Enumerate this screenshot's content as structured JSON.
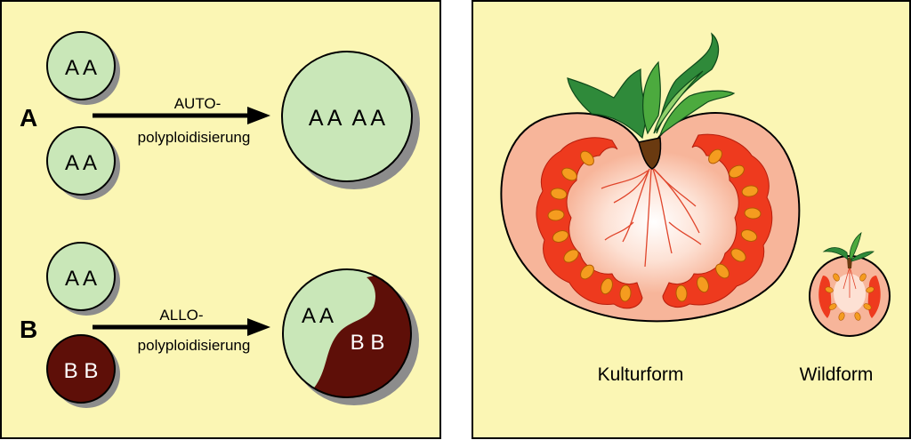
{
  "left_panel": {
    "row_a": {
      "letter": "A",
      "cell_top": "A A",
      "cell_bottom": "A A",
      "arrow_line1": "AUTO-",
      "arrow_line2": "polyploidisierung",
      "result": "A A  A A"
    },
    "row_b": {
      "letter": "B",
      "cell_top": "A A",
      "cell_bottom": "B B",
      "arrow_line1": "ALLO-",
      "arrow_line2": "polyploidisierung",
      "result_a": "A A",
      "result_b": "B B"
    }
  },
  "right_panel": {
    "label_cultivated": "Kulturform",
    "label_wild": "Wildform"
  },
  "colors": {
    "panel_bg": "#fbf6b4",
    "cell_green": "#c9e7b8",
    "cell_brown": "#5e0f08",
    "shadow": "#8c8c8c",
    "tomato_flesh": "#f7b59a",
    "tomato_red": "#ee3a1e",
    "seed_orange": "#f59c1f",
    "leaf_green": "#2f8a3a"
  }
}
